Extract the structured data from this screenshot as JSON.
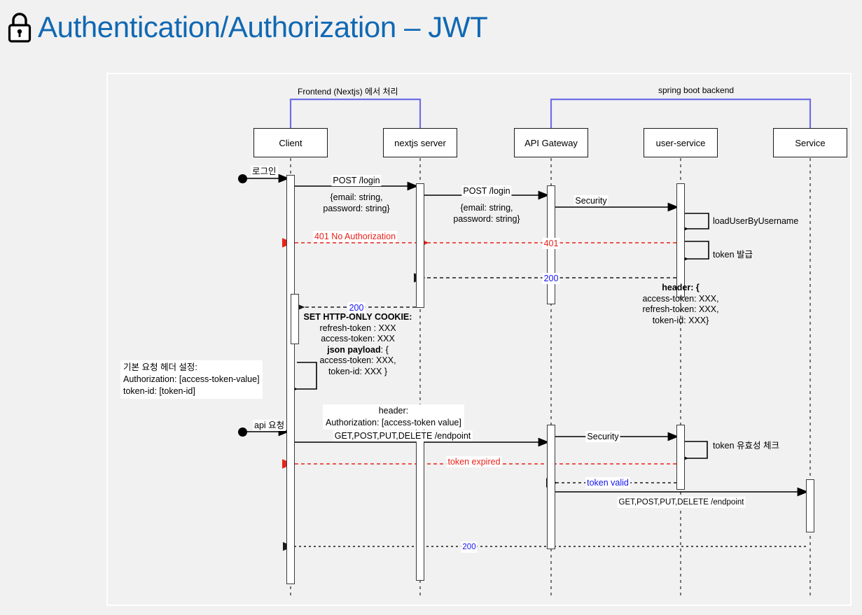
{
  "page": {
    "title": "Authentication/Authorization – JWT",
    "title_color": "#1068b3",
    "background": "#f1f1f1",
    "icon": "lock-icon"
  },
  "diagram": {
    "type": "sequence-diagram",
    "groups": [
      {
        "label": "Frontend (Nextjs) 에서 처리",
        "color": "#6f6fe8",
        "covers": [
          "Client",
          "nextjs server"
        ]
      },
      {
        "label": "spring boot backend",
        "color": "#6f6fe8",
        "covers": [
          "API Gateway",
          "user-service",
          "Service"
        ]
      }
    ],
    "participants": [
      {
        "name": "Client"
      },
      {
        "name": "nextjs server"
      },
      {
        "name": "API Gateway"
      },
      {
        "name": "user-service"
      },
      {
        "name": "Service"
      }
    ],
    "messages": [
      {
        "id": "m1",
        "from": "actor",
        "to": "Client",
        "label": "로그인",
        "style": "solid"
      },
      {
        "id": "m2",
        "from": "Client",
        "to": "nextjs server",
        "label": "POST /login",
        "style": "solid"
      },
      {
        "id": "m2b",
        "from": "Client",
        "to": "nextjs server",
        "label": "{email: string,\npassword: string}",
        "style": "annotation"
      },
      {
        "id": "m3",
        "from": "nextjs server",
        "to": "API Gateway",
        "label": "POST /login",
        "style": "solid"
      },
      {
        "id": "m3b",
        "from": "nextjs server",
        "to": "API Gateway",
        "label": "{email: string,\npassword: string}",
        "style": "annotation"
      },
      {
        "id": "m4",
        "from": "API Gateway",
        "to": "user-service",
        "label": "Security",
        "style": "solid"
      },
      {
        "id": "m5",
        "from": "user-service",
        "to": "user-service",
        "label": "loadUserByUsername",
        "style": "self"
      },
      {
        "id": "m6",
        "from": "user-service",
        "to": "Client",
        "label": "401 No Authorization",
        "style": "dashed",
        "color": "#e8221a"
      },
      {
        "id": "m6b",
        "from": "API Gateway",
        "to": "nextjs server",
        "label": "401",
        "style": "dashed",
        "color": "#e8221a"
      },
      {
        "id": "m7",
        "from": "user-service",
        "to": "user-service",
        "label": "token 발급",
        "style": "self"
      },
      {
        "id": "m8",
        "from": "user-service",
        "to": "nextjs server",
        "label": "200",
        "style": "dashed",
        "color": "#1414f0"
      },
      {
        "id": "m8b",
        "from": "user-service",
        "to": "nextjs server",
        "label": "header: {\naccess-token: XXX,\nrefresh-token: XXX,\ntoken-id: XXX}",
        "style": "annotation"
      },
      {
        "id": "m9",
        "from": "nextjs server",
        "to": "Client",
        "label": "200",
        "style": "dashed",
        "color": "#1414f0"
      },
      {
        "id": "m9b",
        "from": "nextjs server",
        "to": "Client",
        "label": "SET HTTP-ONLY COOKIE:\nrefresh-token : XXX\naccess-token: XXX\njson payload: {\naccess-token: XXX,\ntoken-id: XXX }",
        "style": "annotation"
      },
      {
        "id": "m10",
        "from": "Client",
        "to": "Client",
        "label": "기본 요청 헤더 설정:\nAuthorization:  [access-token-value]\ntoken-id: [token-id]",
        "style": "self-note"
      },
      {
        "id": "m11",
        "from": "actor",
        "to": "Client",
        "label": "api 요청",
        "style": "solid"
      },
      {
        "id": "m12",
        "from": "Client",
        "to": "API Gateway",
        "label": "GET,POST,PUT,DELETE /endpoint",
        "style": "solid"
      },
      {
        "id": "m12b",
        "from": "Client",
        "to": "API Gateway",
        "label": "header:\nAuthorization: [access-token value]",
        "style": "annotation"
      },
      {
        "id": "m13",
        "from": "API Gateway",
        "to": "user-service",
        "label": "Security",
        "style": "solid"
      },
      {
        "id": "m14",
        "from": "user-service",
        "to": "user-service",
        "label": "token 유효성 체크",
        "style": "self"
      },
      {
        "id": "m15",
        "from": "user-service",
        "to": "Client",
        "label": "token expired",
        "style": "dashed",
        "color": "#e8221a"
      },
      {
        "id": "m16",
        "from": "user-service",
        "to": "API Gateway",
        "label": "token valid",
        "style": "dashed",
        "color": "#1414f0"
      },
      {
        "id": "m17",
        "from": "API Gateway",
        "to": "Service",
        "label": "GET,POST,PUT,DELETE /endpoint",
        "style": "solid"
      },
      {
        "id": "m18",
        "from": "Service",
        "to": "Client",
        "label": "200",
        "style": "dashed",
        "color": "#1414f0"
      }
    ],
    "labels": {
      "group_frontend": "Frontend (Nextjs) 에서 처리",
      "group_backend": "spring boot backend",
      "p_client": "Client",
      "p_nextjs": "nextjs server",
      "p_gateway": "API Gateway",
      "p_userservice": "user-service",
      "p_service": "Service",
      "login": "로그인",
      "post_login_1": "POST /login",
      "post_login_2": "POST /login",
      "credentials_1_l1": "{email: string,",
      "credentials_1_l2": "password: string}",
      "credentials_2_l1": "{email: string,",
      "credentials_2_l2": "password: string}",
      "security_1": "Security",
      "security_2": "Security",
      "load_user": "loadUserByUsername",
      "token_issue": "token 발급",
      "err_401_full": "401 No Authorization",
      "err_401": "401",
      "ok_200_a": "200",
      "ok_200_b": "200",
      "ok_200_c": "200",
      "header_block_l1": "header: {",
      "header_block_l2": "access-token: XXX,",
      "header_block_l3": "refresh-token: XXX,",
      "header_block_l4": "token-id: XXX}",
      "cookie_l1": "SET HTTP-ONLY COOKIE:",
      "cookie_l2": "refresh-token : XXX",
      "cookie_l3": "access-token: XXX",
      "cookie_l4a": "json payload",
      "cookie_l4b": ": {",
      "cookie_l5": "access-token: XXX,",
      "cookie_l6": "token-id: XXX }",
      "note_l1": "기본 요청 헤더 설정:",
      "note_l2": "Authorization:  [access-token-value]",
      "note_l3": "token-id: [token-id]",
      "api_request": "api 요청",
      "req_header_l1": "header:",
      "req_header_l2": "Authorization: [access-token value]",
      "endpoint_1": "GET,POST,PUT,DELETE /endpoint",
      "endpoint_2": "GET,POST,PUT,DELETE /endpoint",
      "token_check": "token 유효성 체크",
      "token_expired": "token expired",
      "token_valid": "token valid"
    },
    "colors": {
      "group_bracket": "#6f6fe8",
      "error": "#e8221a",
      "success": "#1414f0",
      "line": "#1a1a1a",
      "activation_fill": "#ffffff"
    }
  }
}
